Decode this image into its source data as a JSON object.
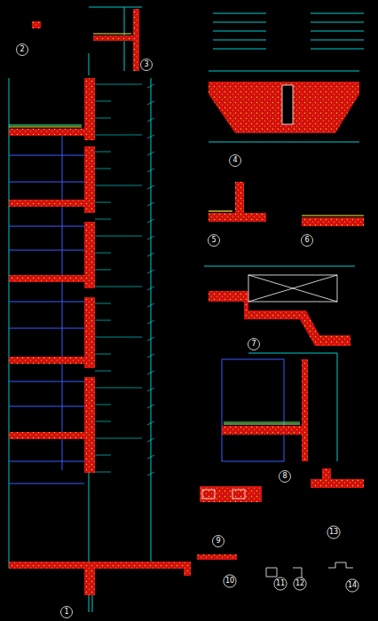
{
  "diagram": {
    "labels": [
      "2",
      "3",
      "4",
      "5",
      "6",
      "7",
      "8",
      "9",
      "10",
      "11",
      "12",
      "13",
      "14",
      "1"
    ]
  }
}
